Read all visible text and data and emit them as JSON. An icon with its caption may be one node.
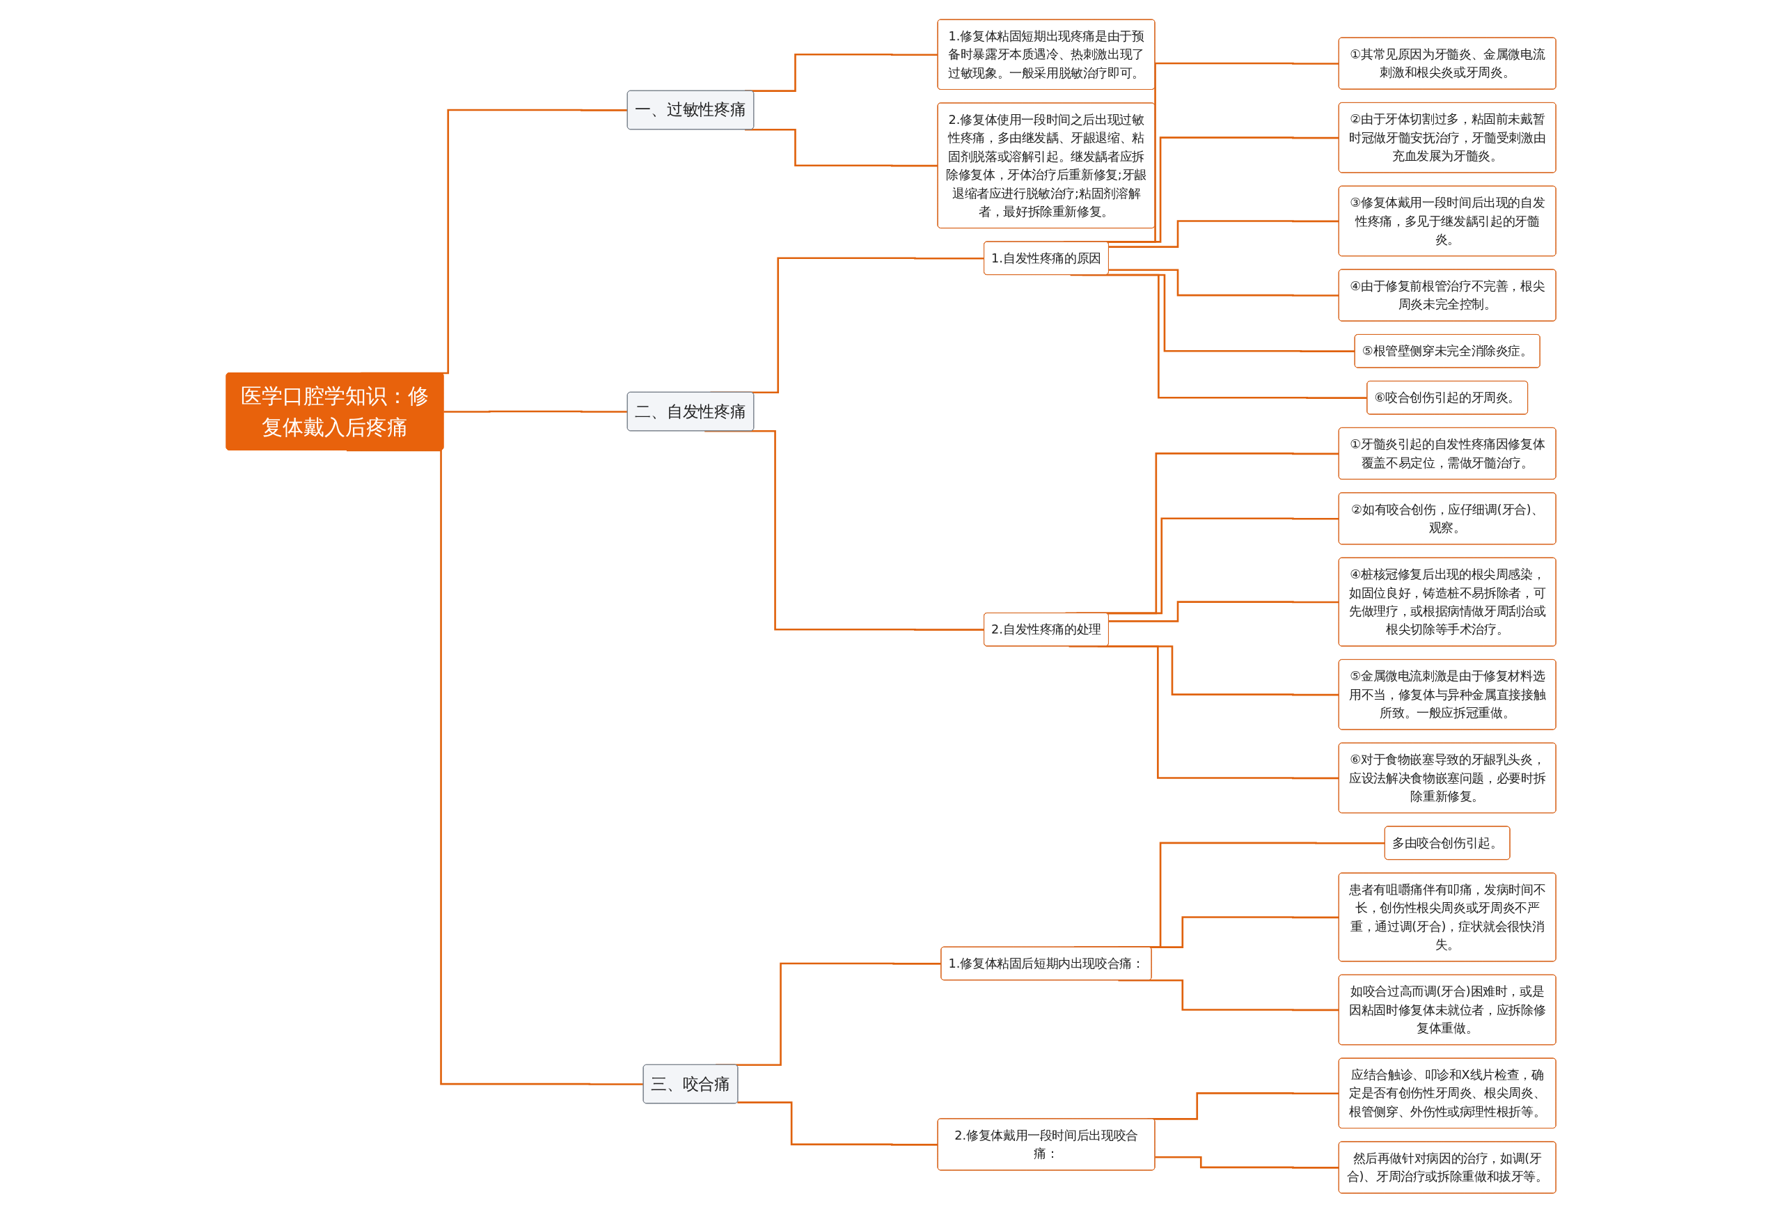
{
  "diagram": {
    "nodes": [
      {
        "text": [
          "医学口腔学知识：修复体戴入后疼痛"
        ]
      },
      {
        "text": [
          "一、过敏性疼痛"
        ]
      },
      {
        "text": [
          "1.修复体粘固短期出现疼痛是由于预备时暴露牙本质遇冷、热刺激出现了过敏现象。一般采用脱敏治疗即可。"
        ]
      },
      {
        "text": [
          "2.修复体使用一段时间之后出现过敏性疼痛，多由继发龋、牙龈退缩、粘固剂脱落或溶解引起。继发龋者应拆除修复体，牙体治疗后重新修复;牙龈退缩者应进行脱敏治疗;粘固剂溶解者，最好拆除重新修复。"
        ]
      },
      {
        "text": [
          "二、自发性疼痛"
        ]
      },
      {
        "text": [
          "1.自发性疼痛的原因"
        ]
      },
      {
        "text": [
          "①其常见原因为牙髓炎、金属微电流刺激和根尖炎或牙周炎。"
        ]
      },
      {
        "text": [
          "②由于牙体切割过多，粘固前未戴暂时冠做牙髓安抚治疗，牙髓受刺激由充血发展为牙髓炎。"
        ]
      },
      {
        "text": [
          "③修复体戴用一段时间后出现的自发性疼痛，多见于继发龋引起的牙髓炎。"
        ]
      },
      {
        "text": [
          "④由于修复前根管治疗不完善，根尖周炎未完全控制。"
        ]
      },
      {
        "text": [
          "⑤根管壁侧穿未完全消除炎症。"
        ]
      },
      {
        "text": [
          "⑥咬合创伤引起的牙周炎。"
        ]
      },
      {
        "text": [
          "2.自发性疼痛的处理"
        ]
      },
      {
        "text": [
          "①牙髓炎引起的自发性疼痛因修复体覆盖不易定位，需做牙髓治疗。"
        ]
      },
      {
        "text": [
          "②如有咬合创伤，应仔细调(牙合)、观察。"
        ]
      },
      {
        "text": [
          "④桩核冠修复后出现的根尖周感染，如固位良好，铸造桩不易拆除者，可先做理疗，或根据病情做牙周刮治或根尖切除等手术治疗。"
        ]
      },
      {
        "text": [
          "⑤金属微电流刺激是由于修复材料选用不当，修复体与异种金属直接接触所致。一般应拆冠重做。"
        ]
      },
      {
        "text": [
          "⑥对于食物嵌塞导致的牙龈乳头炎，应设法解决食物嵌塞问题，必要时拆除重新修复。"
        ]
      },
      {
        "text": [
          "三、咬合痛"
        ]
      },
      {
        "text": [
          "1.修复体粘固后短期内出现咬合痛："
        ]
      },
      {
        "text": [
          "多由咬合创伤引起。"
        ]
      },
      {
        "text": [
          "患者有咀嚼痛伴有叩痛，发病时间不长，创伤性根尖周炎或牙周炎不严重，通过调(牙合)，症状就会很快消失。"
        ]
      },
      {
        "text": [
          "如咬合过高而调(牙合)困难时，或是因粘固时修复体未就位者，应拆除修复体重做。"
        ]
      },
      {
        "text": [
          "2.修复体戴用一段时间后出现咬合痛："
        ]
      },
      {
        "text": [
          "应结合触诊、叩诊和X线片检查，确定是否有创伤性牙周炎、根尖周炎、根管侧穿、外伤性或病理性根折等。"
        ]
      },
      {
        "text": [
          "然后再做针对病因的治疗，如调(牙合)、牙周治疗或拆除重做和拔牙等。"
        ]
      }
    ],
    "edges": [
      {
        "from": 0,
        "to": 1,
        "arrow": "none"
      },
      {
        "from": 1,
        "to": 2,
        "arrow": "none"
      },
      {
        "from": 1,
        "to": 3,
        "arrow": "none"
      },
      {
        "from": 0,
        "to": 4,
        "arrow": "none"
      },
      {
        "from": 4,
        "to": 5,
        "arrow": "none"
      },
      {
        "from": 5,
        "to": 6,
        "arrow": "none"
      },
      {
        "from": 5,
        "to": 7,
        "arrow": "none"
      },
      {
        "from": 5,
        "to": 8,
        "arrow": "none"
      },
      {
        "from": 5,
        "to": 9,
        "arrow": "none"
      },
      {
        "from": 5,
        "to": 10,
        "arrow": "none"
      },
      {
        "from": 5,
        "to": 11,
        "arrow": "none"
      },
      {
        "from": 4,
        "to": 12,
        "arrow": "none"
      },
      {
        "from": 12,
        "to": 13,
        "arrow": "none"
      },
      {
        "from": 12,
        "to": 14,
        "arrow": "none"
      },
      {
        "from": 12,
        "to": 15,
        "arrow": "none"
      },
      {
        "from": 12,
        "to": 16,
        "arrow": "none"
      },
      {
        "from": 12,
        "to": 17,
        "arrow": "none"
      },
      {
        "from": 0,
        "to": 18,
        "arrow": "none"
      },
      {
        "from": 18,
        "to": 19,
        "arrow": "none"
      },
      {
        "from": 19,
        "to": 20,
        "arrow": "none"
      },
      {
        "from": 19,
        "to": 21,
        "arrow": "none"
      },
      {
        "from": 19,
        "to": 22,
        "arrow": "none"
      },
      {
        "from": 18,
        "to": 23,
        "arrow": "none"
      },
      {
        "from": 23,
        "to": 24,
        "arrow": "none"
      },
      {
        "from": 23,
        "to": 25,
        "arrow": "none"
      }
    ]
  }
}
